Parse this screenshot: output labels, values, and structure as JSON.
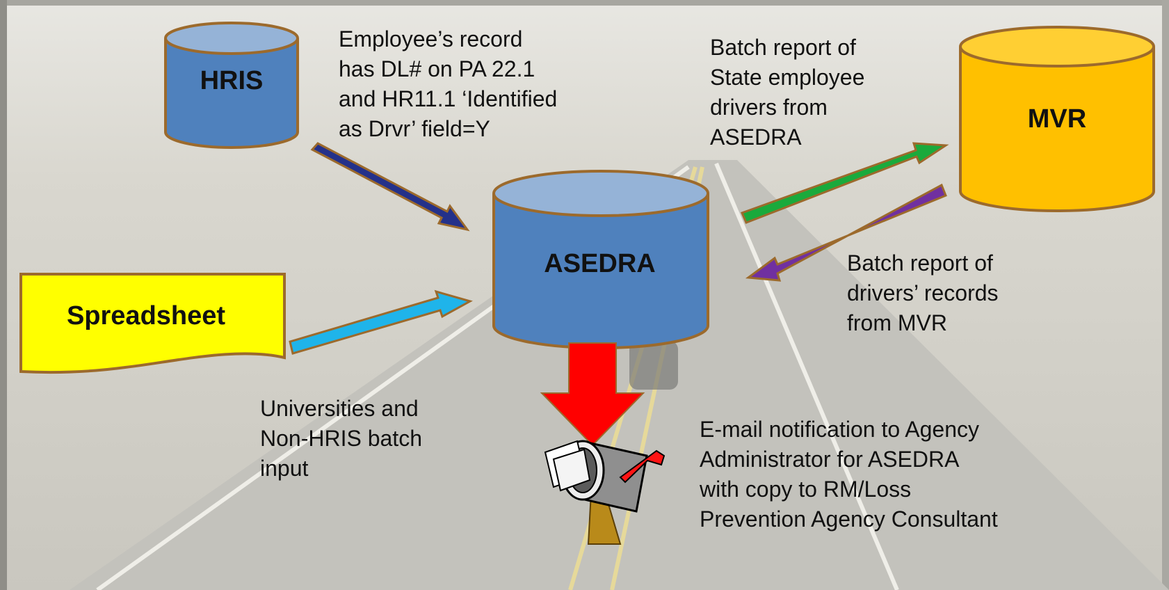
{
  "nodes": {
    "hris": "HRIS",
    "asedra": "ASEDRA",
    "mvr": "MVR",
    "spreadsheet": "Spreadsheet"
  },
  "labels": {
    "hris_to_asedra": [
      "Employee’s record",
      "has DL# on PA 22.1",
      "and HR11.1 ‘Identified",
      "as Drvr’ field=Y"
    ],
    "asedra_to_mvr": [
      "Batch report of",
      "State employee",
      "drivers from",
      "ASEDRA"
    ],
    "mvr_to_asedra": [
      "Batch report of",
      "drivers’ records",
      "from MVR"
    ],
    "spreadsheet_to_asedra": [
      "Universities and",
      "Non-HRIS batch",
      "input"
    ],
    "notification": [
      "E-mail notification to Agency",
      "Administrator for ASEDRA",
      "with copy to RM/Loss",
      "Prevention Agency Consultant"
    ]
  },
  "colors": {
    "database_blue": "#4f81bd",
    "database_top": "#95b3d7",
    "border_brown": "#9c6a2c",
    "mvr_orange": "#ffc000",
    "mvr_top": "#ffcf33",
    "spreadsheet_yellow": "#ffff00",
    "arrow_navy": "#24318a",
    "arrow_green": "#1aaa3c",
    "arrow_purple": "#7030a0",
    "arrow_cyan": "#1fb4ea",
    "arrow_red": "#ff0000"
  }
}
